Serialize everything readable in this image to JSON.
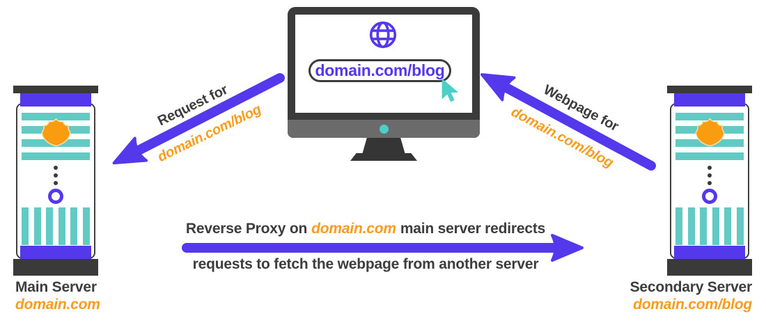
{
  "monitor": {
    "url_text": "domain.com/blog"
  },
  "labels": {
    "request_arrow": {
      "line1": "Request for",
      "line2": "domain.com/blog"
    },
    "webpage_arrow": {
      "line1": "Webpage for",
      "line2": "domain.com/blog"
    },
    "redirect": {
      "part1": "Reverse Proxy on",
      "domain": "domain.com",
      "part2": "main server redirects",
      "line2": "requests to fetch the webpage from another server"
    }
  },
  "servers": {
    "main": {
      "title": "Main Server",
      "domain": "domain.com"
    },
    "secondary": {
      "title": "Secondary Server",
      "domain": "domain.com/blog"
    }
  },
  "icons": [
    "globe-icon",
    "cursor-icon",
    "shield-icon",
    "arrow-icon"
  ],
  "colors": {
    "purple": "#5438ec",
    "teal": "#63c9c3",
    "teal_bright": "#4ccfc9",
    "orange": "#f99c1b",
    "dark": "#3b3b3b",
    "chin_gray": "#6b6b6b",
    "text_dark": "#3d3d3d"
  }
}
